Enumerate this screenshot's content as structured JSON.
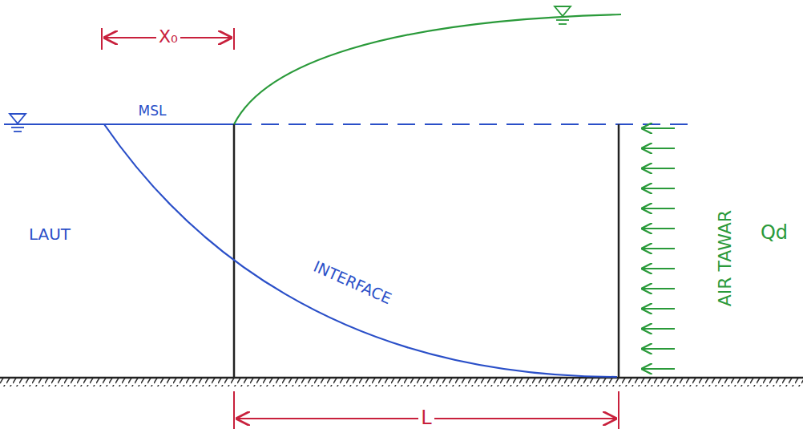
{
  "diagram": {
    "labels": [
      "X₀",
      "MSL",
      "LAUT",
      "INTERFACE",
      "AIR TAWAR",
      "Qd",
      "L"
    ]
  }
}
